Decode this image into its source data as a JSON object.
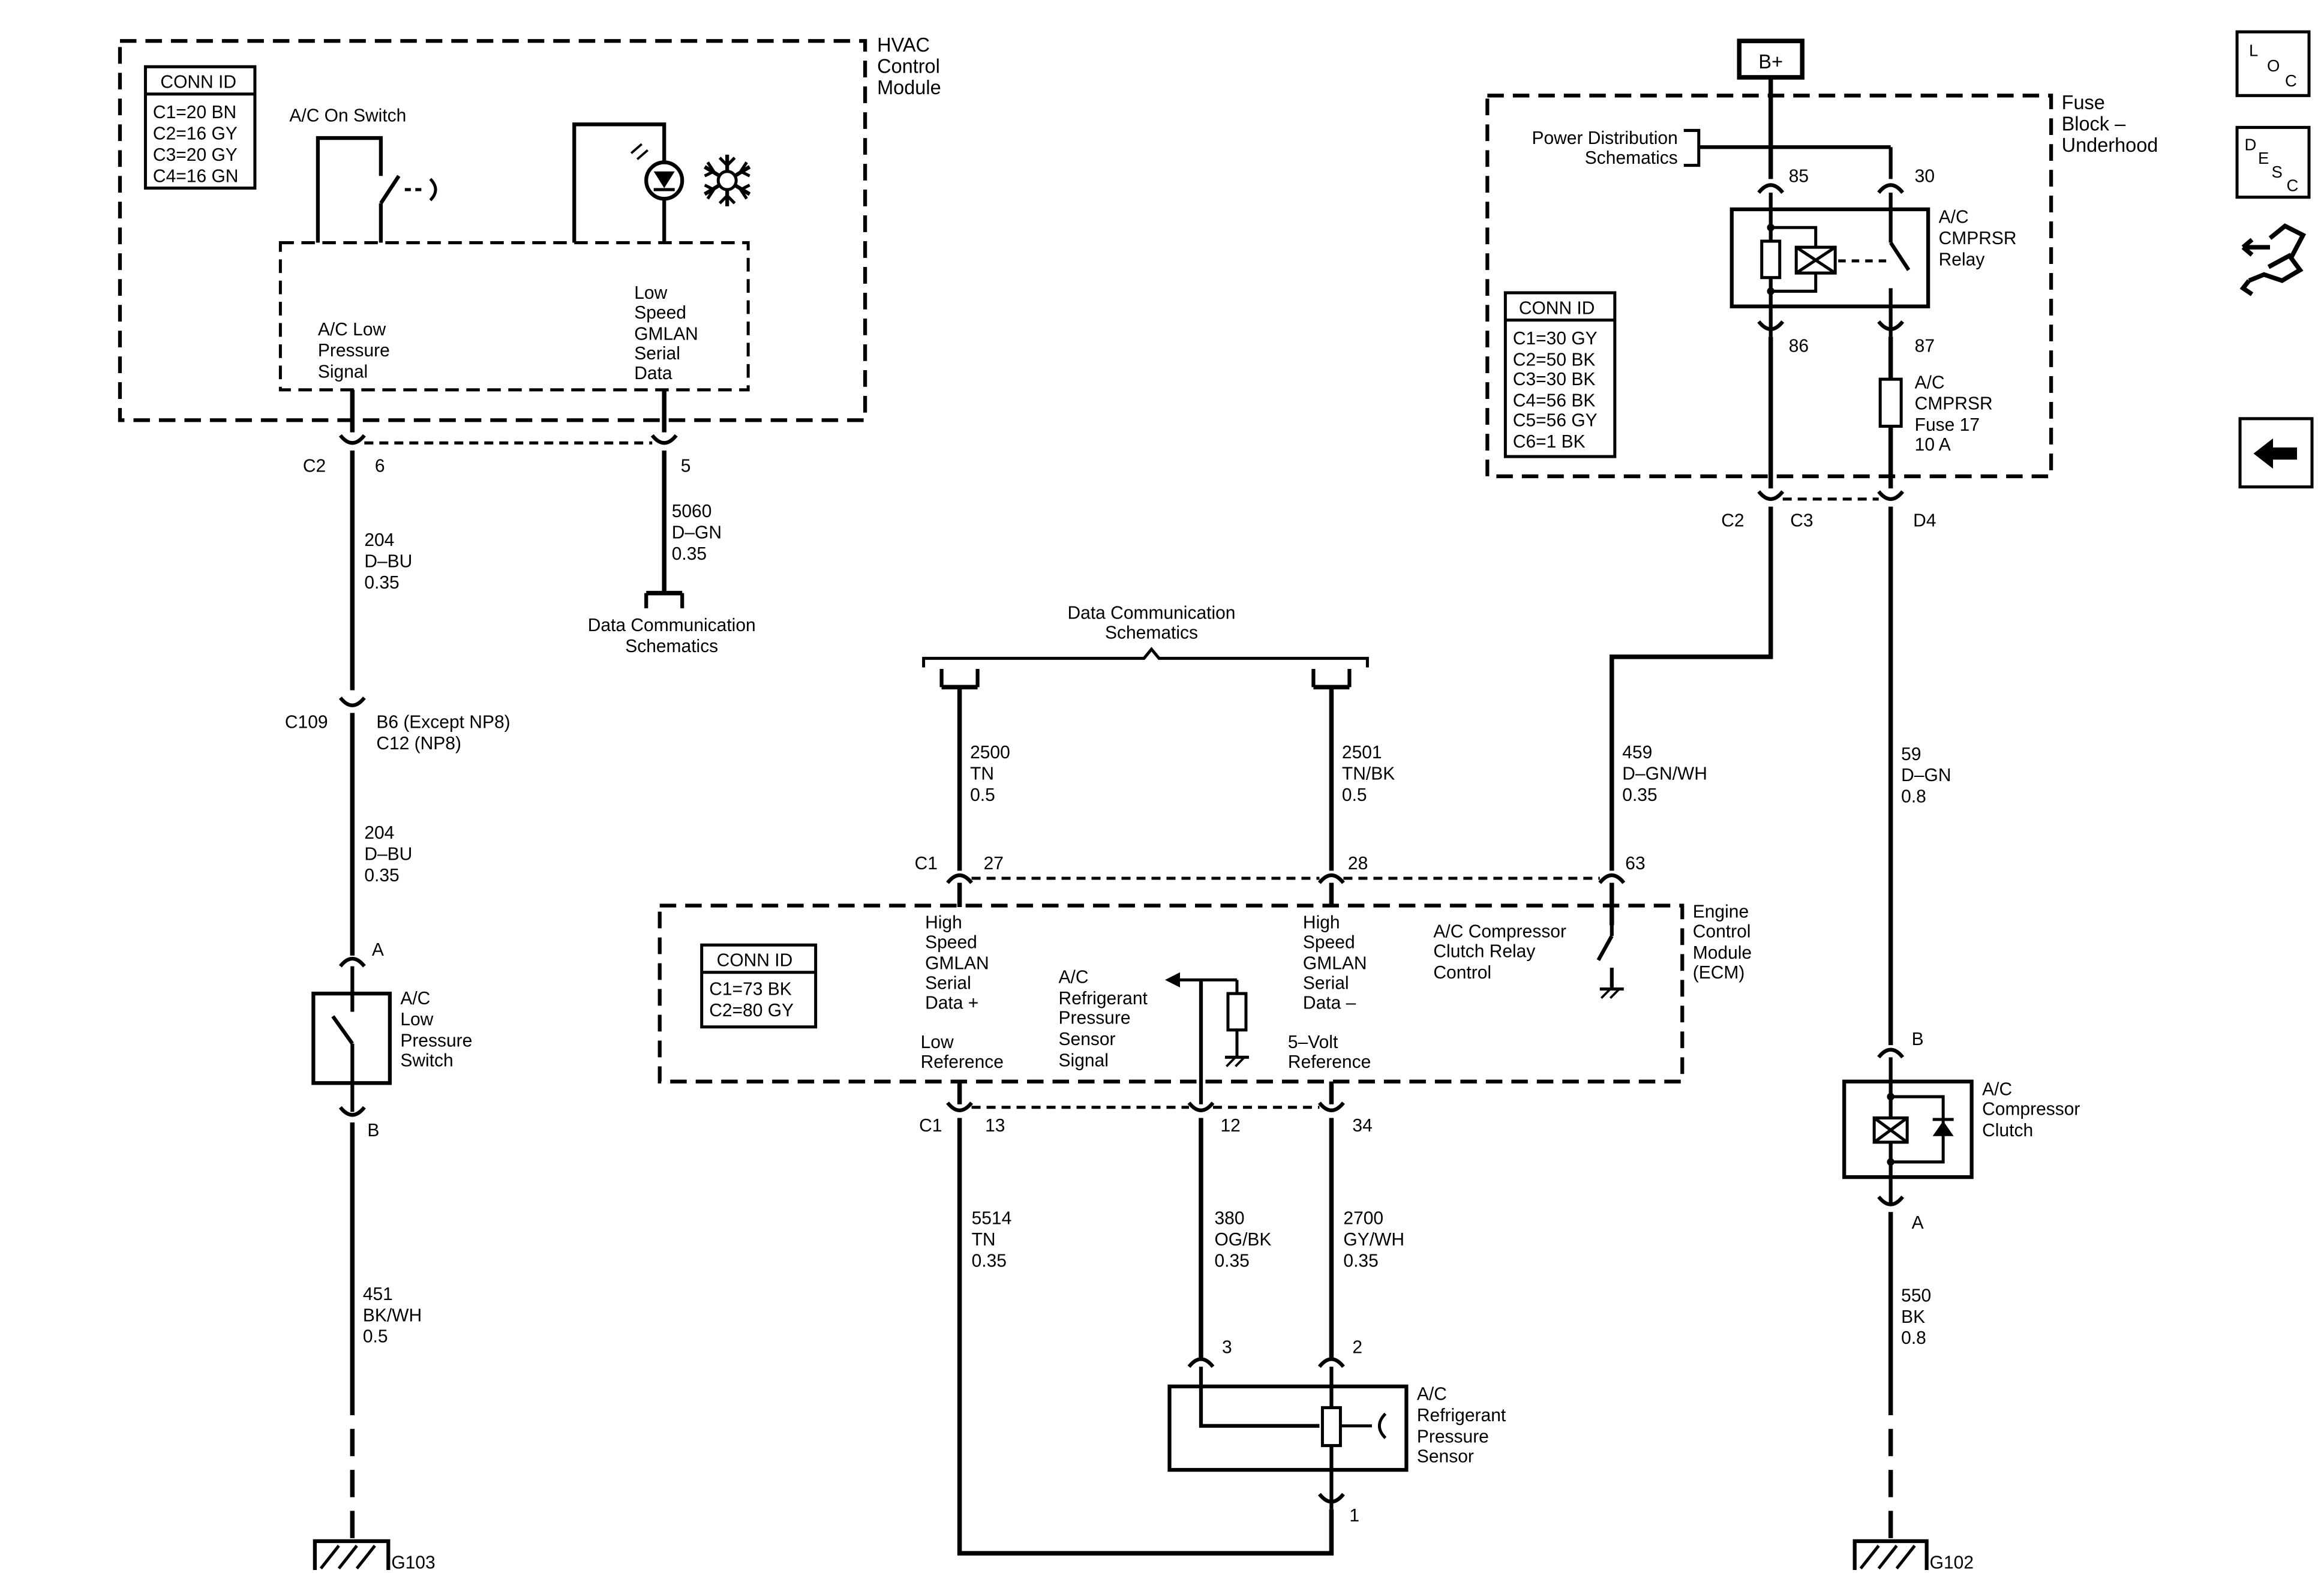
{
  "hvac": {
    "module_name": [
      "HVAC",
      "Control",
      "Module"
    ],
    "conn_title": "CONN ID",
    "conn": [
      "C1=20 BN",
      "C2=16 GY",
      "C3=20 GY",
      "C4=16 GN"
    ],
    "ac_on_switch": "A/C On Switch",
    "pin_low_pressure": [
      "A/C Low",
      "Pressure",
      "Signal"
    ],
    "pin_gmlan": [
      "Low",
      "Speed",
      "GMLAN",
      "Serial",
      "Data"
    ],
    "connector": "C2",
    "pin6": "6",
    "pin5": "5"
  },
  "wires": {
    "w204a": [
      "204",
      "D–BU",
      "0.35"
    ],
    "w5060": [
      "5060",
      "D–GN",
      "0.35"
    ],
    "data_comm_left": [
      "Data Communication",
      "Schematics"
    ],
    "c109": "C109",
    "c109_pins": [
      "B6 (Except NP8)",
      "C12 (NP8)"
    ],
    "w204b": [
      "204",
      "D–BU",
      "0.35"
    ],
    "w451": [
      "451",
      "BK/WH",
      "0.5"
    ],
    "w2500": [
      "2500",
      "TN",
      "0.5"
    ],
    "w2501": [
      "2501",
      "TN/BK",
      "0.5"
    ],
    "w459": [
      "459",
      "D–GN/WH",
      "0.35"
    ],
    "w5514": [
      "5514",
      "TN",
      "0.35"
    ],
    "w380": [
      "380",
      "OG/BK",
      "0.35"
    ],
    "w2700": [
      "2700",
      "GY/WH",
      "0.35"
    ],
    "w59": [
      "59",
      "D–GN",
      "0.8"
    ],
    "w550": [
      "550",
      "BK",
      "0.8"
    ]
  },
  "lps": {
    "pin_a": "A",
    "pin_b": "B",
    "name": [
      "A/C",
      "Low",
      "Pressure",
      "Switch"
    ]
  },
  "grounds": {
    "g103": "G103",
    "g102": "G102"
  },
  "fuse_block": {
    "battery": "B+",
    "name": [
      "Fuse",
      "Block –",
      "Underhood"
    ],
    "power_dist": [
      "Power Distribution",
      "Schematics"
    ],
    "conn_title": "CONN ID",
    "conn": [
      "C1=30 GY",
      "C2=50 BK",
      "C3=30 BK",
      "C4=56 BK",
      "C5=56 GY",
      "C6=1 BK"
    ],
    "relay_name": [
      "A/C",
      "CMPRSR",
      "Relay"
    ],
    "pin85": "85",
    "pin30": "30",
    "pin86": "86",
    "pin87": "87",
    "fuse_name": [
      "A/C",
      "CMPRSR",
      "Fuse 17",
      "10 A"
    ],
    "c2": "C2",
    "c3": "C3",
    "d4": "D4"
  },
  "data_comm_top": [
    "Data Communication",
    "Schematics"
  ],
  "ecm": {
    "conn_title": "CONN ID",
    "conn": [
      "C1=73 BK",
      "C2=80 GY"
    ],
    "name": [
      "Engine",
      "Control",
      "Module",
      "(ECM)"
    ],
    "c1_top": "C1",
    "pin27": "27",
    "pin28": "28",
    "pin63": "63",
    "gmlan_plus": [
      "High",
      "Speed",
      "GMLAN",
      "Serial",
      "Data +"
    ],
    "gmlan_minus": [
      "High",
      "Speed",
      "GMLAN",
      "Serial",
      "Data –"
    ],
    "relay_ctrl": [
      "A/C Compressor",
      "Clutch Relay",
      "Control"
    ],
    "ref_signal": [
      "A/C",
      "Refrigerant",
      "Pressure",
      "Sensor",
      "Signal"
    ],
    "low_ref": [
      "Low",
      "Reference"
    ],
    "five_volt": [
      "5–Volt",
      "Reference"
    ],
    "c1_bottom": "C1",
    "pin13": "13",
    "pin12": "12",
    "pin34": "34"
  },
  "sensor": {
    "pin3": "3",
    "pin2": "2",
    "pin1": "1",
    "name": [
      "A/C",
      "Refrigerant",
      "Pressure",
      "Sensor"
    ]
  },
  "clutch": {
    "pin_b": "B",
    "pin_a": "A",
    "name": [
      "A/C",
      "Compressor",
      "Clutch"
    ]
  },
  "nav": {
    "loc": [
      "L",
      "O",
      "C"
    ],
    "desc": [
      "D",
      "E",
      "S",
      "C"
    ]
  }
}
